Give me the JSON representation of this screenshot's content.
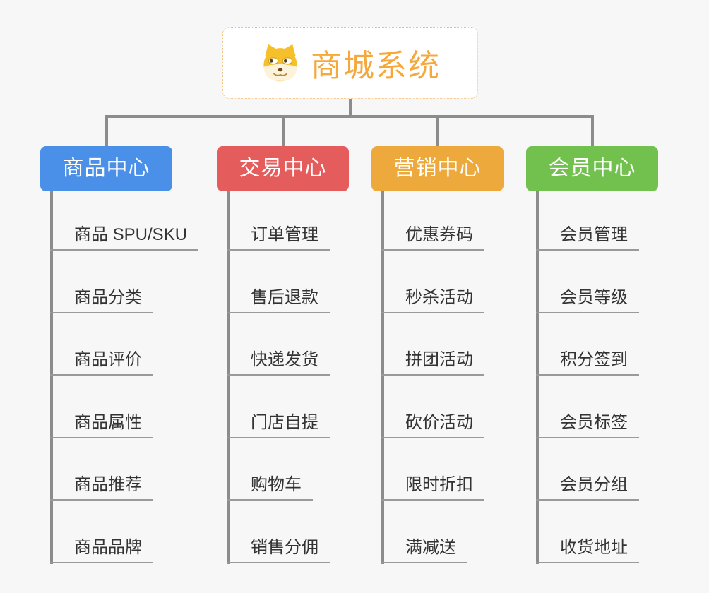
{
  "background": "#F7F7F7",
  "connector_color": "#8C8C8C",
  "root": {
    "title": "商城系统",
    "icon": "doge-dog-face-icon",
    "title_color": "#F5A83C",
    "border_color": "#F2BE78"
  },
  "branches": [
    {
      "label": "商品中心",
      "color": "#4A90E8",
      "items": [
        "商品 SPU/SKU",
        "商品分类",
        "商品评价",
        "商品属性",
        "商品推荐",
        "商品品牌"
      ]
    },
    {
      "label": "交易中心",
      "color": "#E55C5C",
      "items": [
        "订单管理",
        "售后退款",
        "快递发货",
        "门店自提",
        "购物车",
        "销售分佣"
      ]
    },
    {
      "label": "营销中心",
      "color": "#EDA93C",
      "items": [
        "优惠券码",
        "秒杀活动",
        "拼团活动",
        "砍价活动",
        "限时折扣",
        "满减送"
      ]
    },
    {
      "label": "会员中心",
      "color": "#72C14E",
      "items": [
        "会员管理",
        "会员等级",
        "积分签到",
        "会员标签",
        "会员分组",
        "收货地址"
      ]
    }
  ]
}
